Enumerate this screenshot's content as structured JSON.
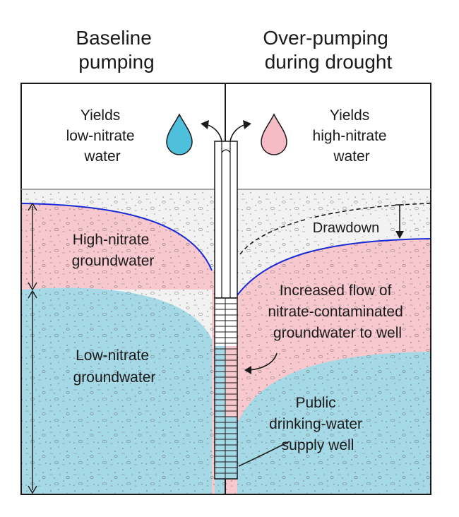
{
  "headers": {
    "left": [
      "Baseline",
      "pumping"
    ],
    "right": [
      "Over-pumping",
      "during drought"
    ]
  },
  "left_panel": {
    "yield_label": [
      "Yields",
      "low-nitrate",
      "water"
    ],
    "high_zone_label": [
      "High-nitrate",
      "groundwater"
    ],
    "low_zone_label": [
      "Low-nitrate",
      "groundwater"
    ]
  },
  "right_panel": {
    "yield_label": [
      "Yields",
      "high-nitrate",
      "water"
    ],
    "drawdown_label": "Drawdown",
    "flow_label": [
      "Increased flow of",
      "nitrate-contaminated",
      "groundwater to well"
    ],
    "well_label": [
      "Public",
      "drinking-water",
      "supply well"
    ]
  },
  "colors": {
    "high_nitrate": "#f8c8cf",
    "low_nitrate": "#a6d9e6",
    "unsaturated": "#f2f2f2",
    "water_table": "#1a2bd6",
    "drop_left": "#4ec0dc",
    "drop_right": "#f6bcc6",
    "outline": "#1a1a1a"
  }
}
